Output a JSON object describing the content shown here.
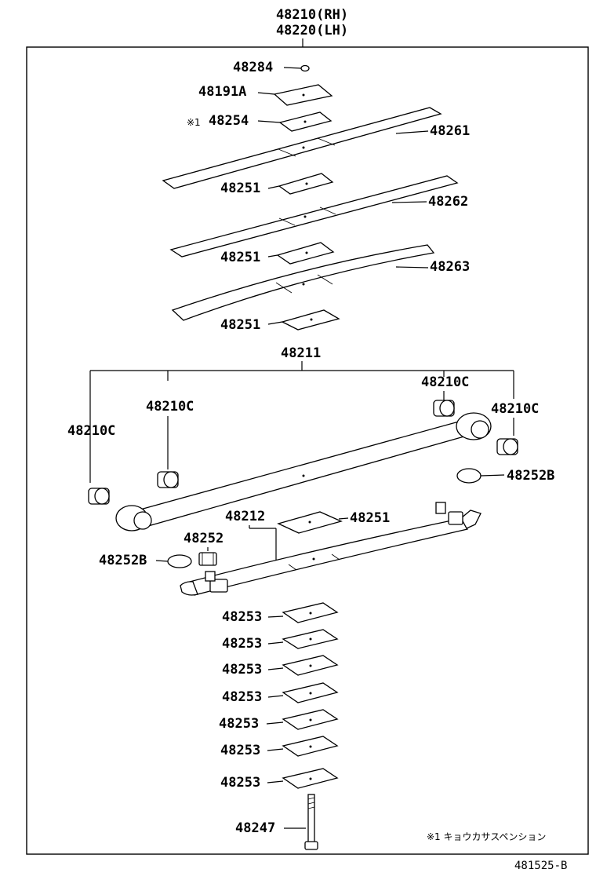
{
  "title": {
    "rh": "48210(RH)",
    "lh": "48220(LH)"
  },
  "labels": {
    "p48284": "48284",
    "p48191a": "48191A",
    "note_mark": "※1",
    "p48254": "48254",
    "p48261": "48261",
    "p48251_a": "48251",
    "p48262": "48262",
    "p48251_b": "48251",
    "p48263": "48263",
    "p48251_c": "48251",
    "p48211": "48211",
    "p48210c_left": "48210C",
    "p48210c_mid": "48210C",
    "p48210c_upper_right": "48210C",
    "p48210c_right": "48210C",
    "p48252b_right": "48252B",
    "p48212": "48212",
    "p48251_d": "48251",
    "p48252": "48252",
    "p48252b_left": "48252B",
    "p48253_1": "48253",
    "p48253_2": "48253",
    "p48253_3": "48253",
    "p48253_4": "48253",
    "p48253_5": "48253",
    "p48253_6": "48253",
    "p48253_7": "48253",
    "p48247": "48247"
  },
  "footnote": "※1 キョウカサスペンション",
  "diagram_code": "481525-B"
}
